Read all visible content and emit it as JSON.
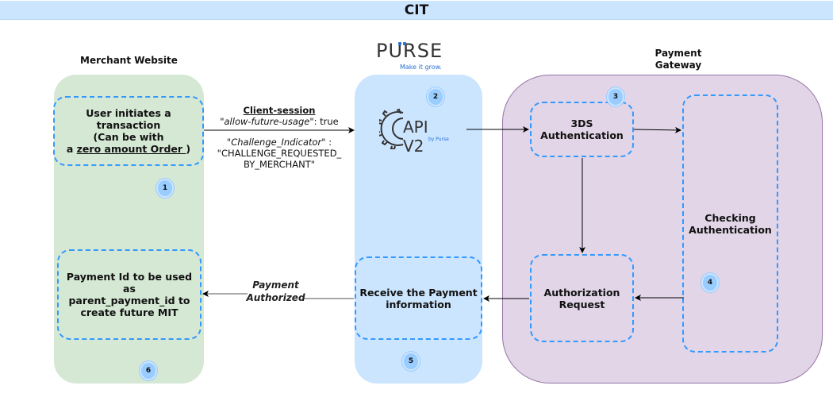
{
  "title": "CIT",
  "lanes": {
    "merchant": {
      "label": "Merchant Website"
    },
    "purse": {
      "logo": "PURSE",
      "tagline": "Make it grow.",
      "api_label": "API V2",
      "api_sub": "by Purse"
    },
    "gateway": {
      "label_line1": "Payment",
      "label_line2": "Gateway"
    }
  },
  "boxes": {
    "user_initiates": {
      "line1": "User initiates a transaction",
      "line2": "(Can be with",
      "line3_prefix": "a ",
      "line3_underlined": "zero amount Order ",
      "line3_suffix": ")"
    },
    "payment_id": {
      "line1": "Payment Id to be used as",
      "line2": "parent_payment_id to",
      "line3": "create future MIT"
    },
    "receive_payment": {
      "line1": "Receive the Payment",
      "line2": "information"
    },
    "three_ds": {
      "line1": "3DS",
      "line2": "Authentication"
    },
    "checking_auth": {
      "line1": "Checking",
      "line2": "Authentication"
    },
    "authorization_request": {
      "line1": "Authorization",
      "line2": "Request"
    }
  },
  "edge_labels": {
    "client_session": {
      "title": "Client-session",
      "key1": "\"allow-future-usage\"",
      "val1": ": true",
      "key2_open": "\"",
      "key2": "Challenge_Indicator",
      "key2_close": "\" :",
      "val2_line1": "\"CHALLENGE_REQUESTED_",
      "val2_line2": "BY_MERCHANT\""
    },
    "payment_authorized": {
      "line1": "Payment",
      "line2": "Authorized"
    }
  },
  "badges": [
    "1",
    "2",
    "3",
    "4",
    "5",
    "6"
  ],
  "colors": {
    "title_bg": "#cce5ff",
    "merchant_bg": "#d5e8d4",
    "purse_bg": "#cce5ff",
    "gateway_bg": "#e1d5e7",
    "gateway_border": "#9673a6",
    "dash": "#3399ff",
    "badge": "#99ccff"
  }
}
